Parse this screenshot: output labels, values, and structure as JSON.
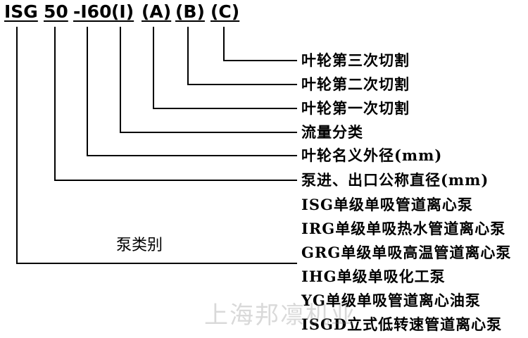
{
  "model_code": {
    "parts": [
      "ISG",
      "50",
      "-I60",
      "(I)",
      "(A)",
      "(B)",
      "(C)"
    ]
  },
  "descriptions": {
    "impeller_third_cut": "叶轮第三次切割",
    "impeller_second_cut": "叶轮第二次切割",
    "impeller_first_cut": "叶轮第一次切割",
    "flow_class": "流量分类",
    "impeller_diameter": "叶轮名义外径(mm)",
    "port_diameter": "泵进、出口公称直径(mm)"
  },
  "pump_types": {
    "category_label": "泵类别",
    "items": [
      "ISG单级单吸管道离心泵",
      "IRG单级单吸热水管道离心泵",
      "GRG单级单吸高温管道离心泵",
      "IHG单级单吸化工泵",
      "YG单级单吸管道离心油泵",
      "ISGD立式低转速管道离心泵"
    ]
  },
  "watermark": "上海邦凛机业",
  "colors": {
    "line": "#000000",
    "text": "#000000",
    "watermark": "#c9c9c9"
  }
}
